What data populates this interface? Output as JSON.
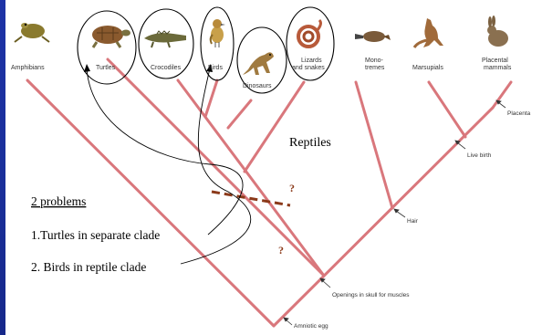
{
  "taxa": [
    {
      "name": "Amphibians"
    },
    {
      "name": "Turtles"
    },
    {
      "name": "Crocodiles"
    },
    {
      "name": "Birds"
    },
    {
      "name": "Dinosaurs"
    },
    {
      "name": "Lizards and snakes",
      "line1": "Lizards",
      "line2": "and snakes"
    },
    {
      "name": "Monotremes",
      "line1": "Mono-",
      "line2": "tremes"
    },
    {
      "name": "Marsupials"
    },
    {
      "name": "Placental mammals",
      "line1": "Placental",
      "line2": "mammals"
    }
  ],
  "traits": [
    {
      "label": "Amniotic egg"
    },
    {
      "label": "Openings in skull for muscles"
    },
    {
      "label": "Hair"
    },
    {
      "label": "Live birth"
    },
    {
      "label": "Placenta"
    }
  ],
  "clade_label": "Reptiles",
  "question_marks": [
    "?",
    "?"
  ],
  "problems": {
    "heading": "2 problems",
    "items": [
      "1.Turtles in separate clade",
      "2. Birds in reptile clade"
    ]
  },
  "colors": {
    "branch": "#d9777c",
    "dashed": "#8b3a1a",
    "question": "#8b3a1a",
    "background": "#1a2f9a",
    "panel": "#ffffff"
  },
  "icons": [
    "frog-icon",
    "turtle-icon",
    "crocodile-icon",
    "bird-icon",
    "dinosaur-icon",
    "snake-icon",
    "platypus-icon",
    "kangaroo-icon",
    "rabbit-icon"
  ]
}
